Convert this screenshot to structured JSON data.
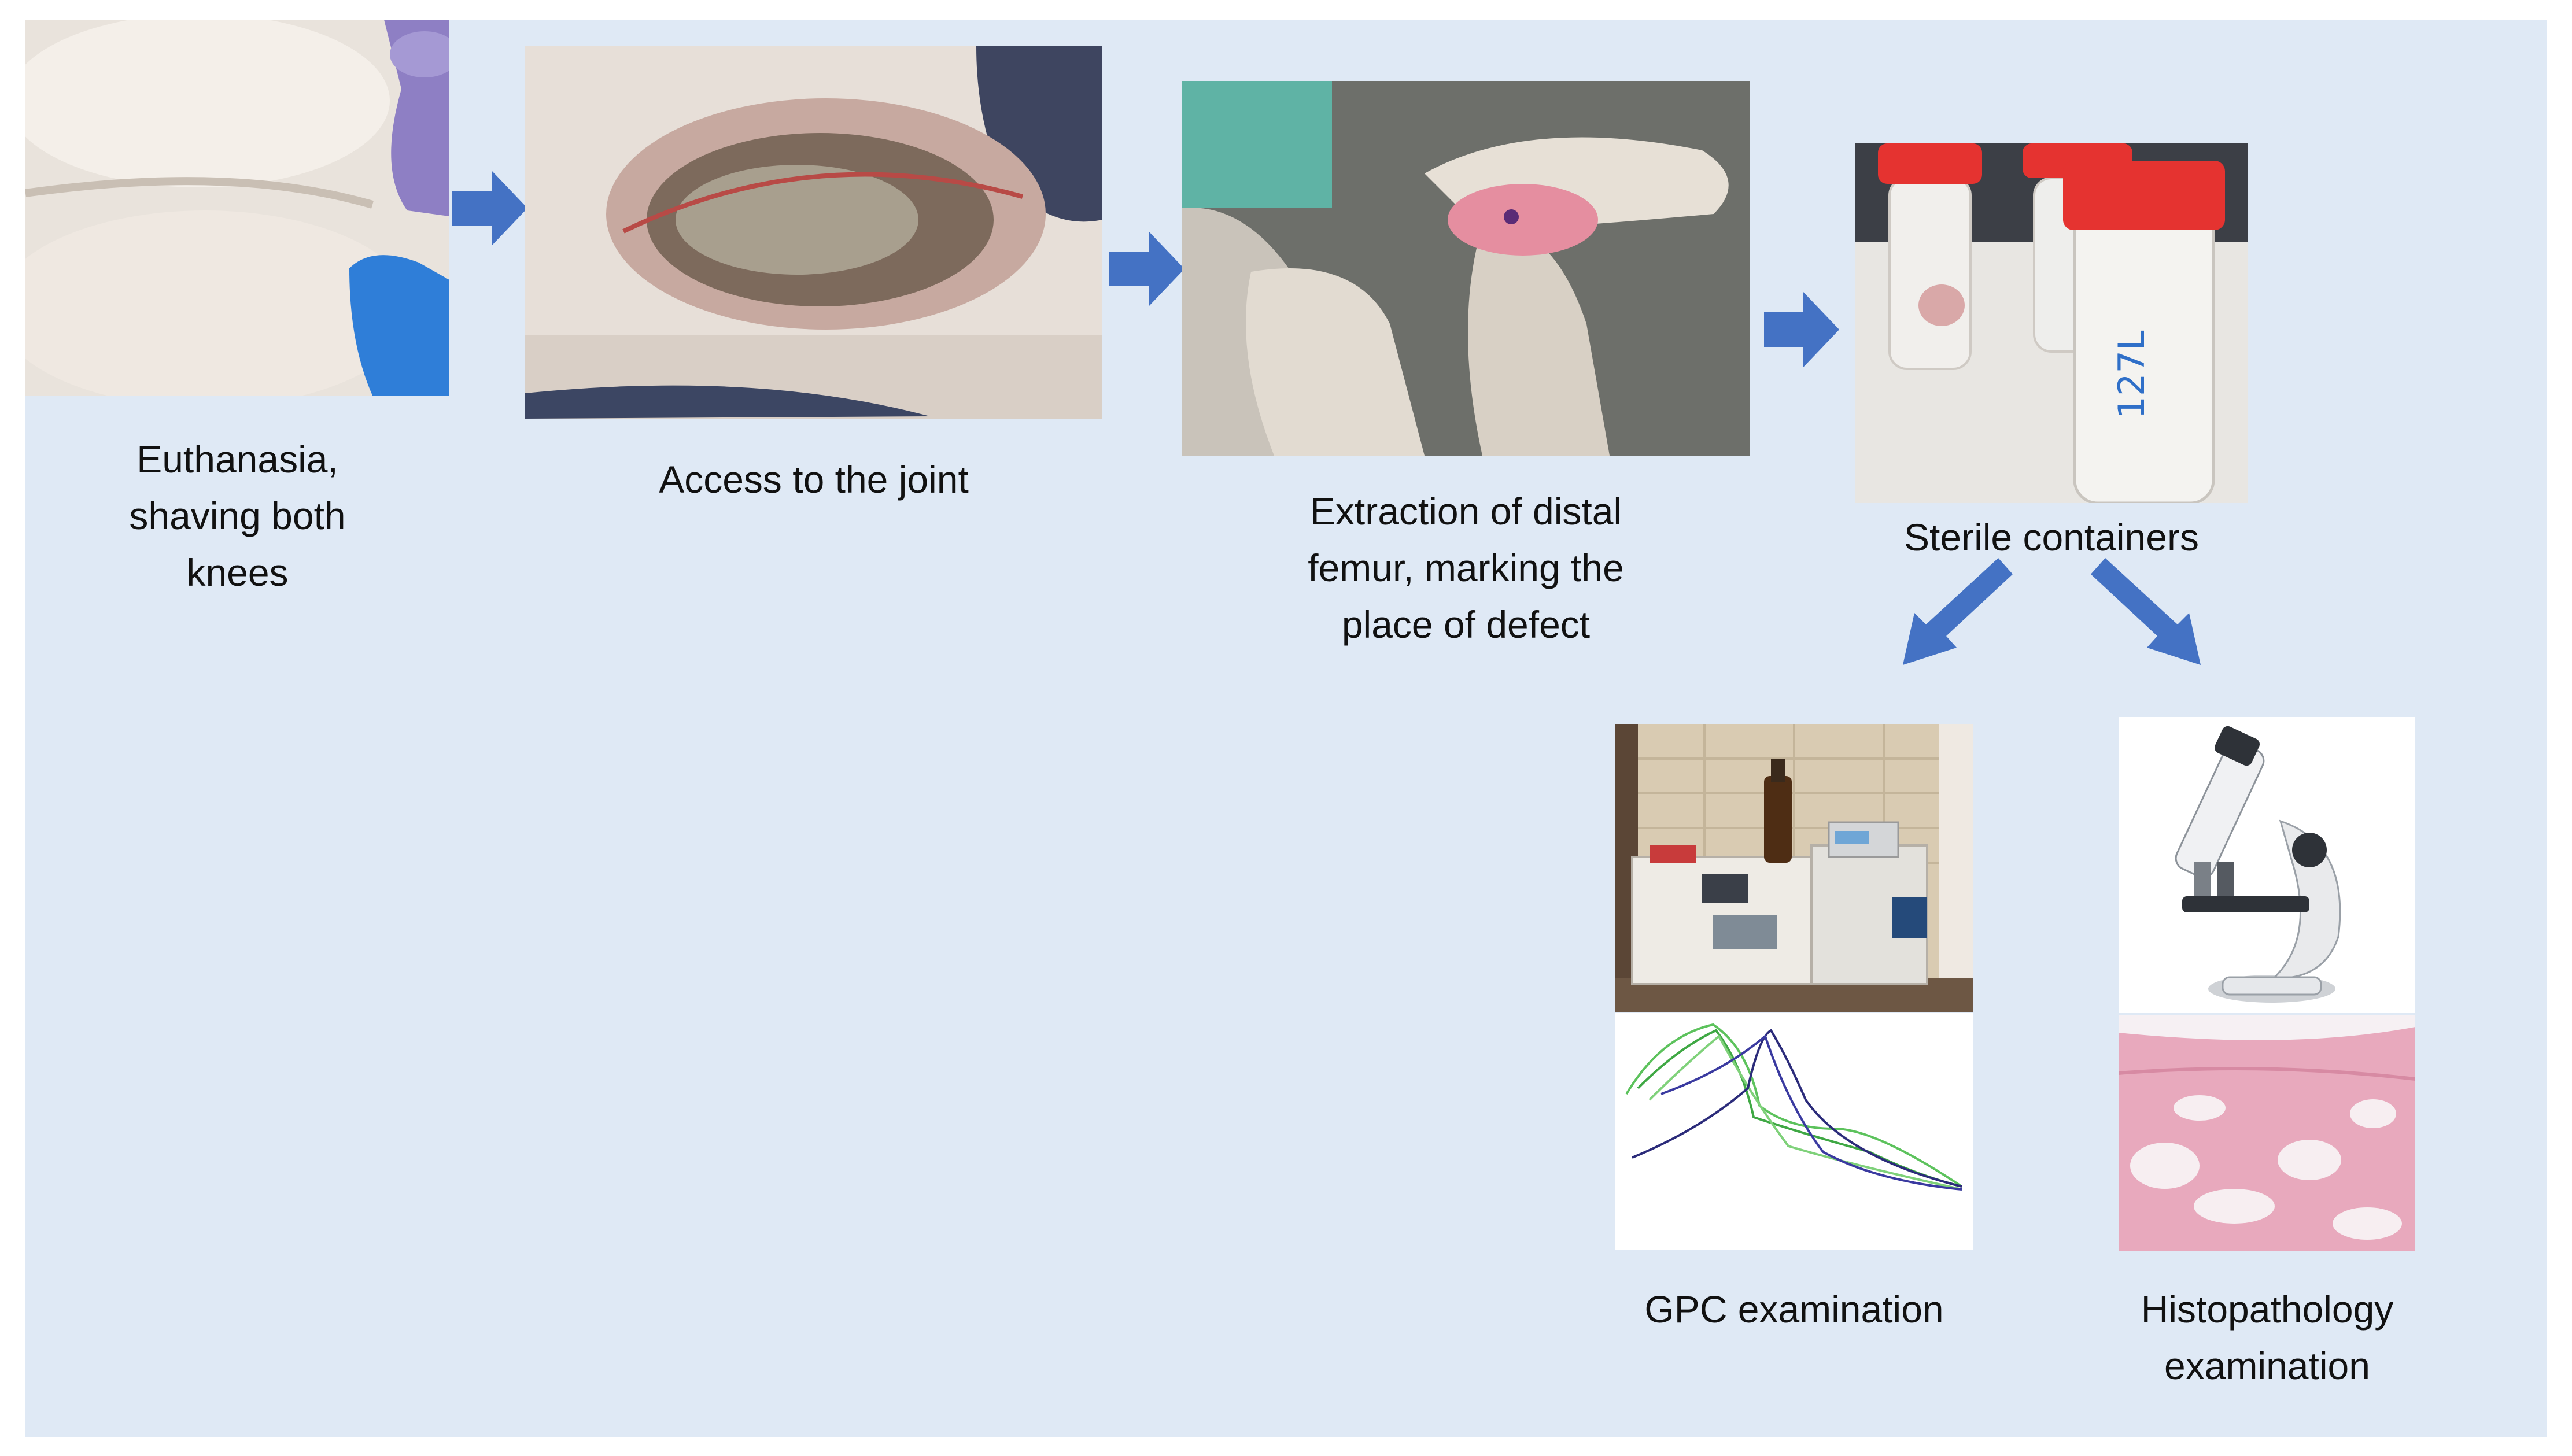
{
  "steps": [
    {
      "id": "euthanasia",
      "caption": "Euthanasia,\nshaving both\nknees",
      "image": "shaved-knees-photo"
    },
    {
      "id": "access",
      "caption": "Access to the joint",
      "image": "open-joint-photo"
    },
    {
      "id": "extraction",
      "caption": "Extraction of distal\nfemur, marking the\nplace of defect",
      "image": "femur-extraction-photo"
    },
    {
      "id": "containers",
      "caption": "Sterile containers",
      "image": "sterile-tubes-photo",
      "tube_label": "127L"
    }
  ],
  "branches": [
    {
      "id": "gpc",
      "caption": "GPC examination",
      "images": [
        "gpc-instrument-photo",
        "gpc-chromatogram"
      ]
    },
    {
      "id": "histopathology",
      "caption": "Histopathology\nexamination",
      "images": [
        "microscope-image",
        "histology-section-photo"
      ]
    }
  ],
  "colors": {
    "background": "#dfe9f5",
    "arrow": "#4472c4",
    "chromatogram_green": "#5cc25c",
    "chromatogram_navy": "#2b2b7a"
  }
}
